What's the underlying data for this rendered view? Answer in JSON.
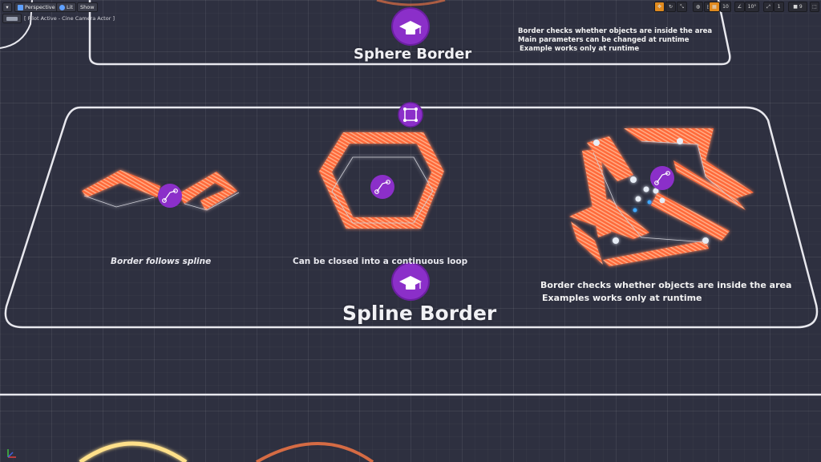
{
  "toolbar": {
    "menu_label": "▾",
    "perspective_label": "Perspective",
    "lit_label": "Lit",
    "show_label": "Show",
    "pilot_status": "[ Pilot Active - Cine Camera Actor ]",
    "grid_size": "10",
    "rotation_snap": "10°",
    "scale_snap": "1",
    "camera_speed": "9"
  },
  "sphere_border": {
    "title": "Sphere Border",
    "desc_lines": [
      "Border checks whether objects are inside the area",
      "Main parameters can be changed at runtime",
      "Example works only at runtime"
    ]
  },
  "spline_border": {
    "title": "Spline Border",
    "label_follows": "Border follows spline",
    "label_loop": "Can be closed into a continuous loop",
    "desc_lines": [
      "Border checks whether objects are inside the area",
      "Examples works only at runtime"
    ]
  },
  "colors": {
    "accent_purple": "#8b2fc9",
    "border_orange": "#ff6a3a",
    "frame_white": "#e8e8ee",
    "background": "#2e3040"
  },
  "icons": {
    "tutorial": "graduation-cap-icon",
    "spline": "spline-node-icon",
    "transform": "transform-gizmo-icon"
  }
}
